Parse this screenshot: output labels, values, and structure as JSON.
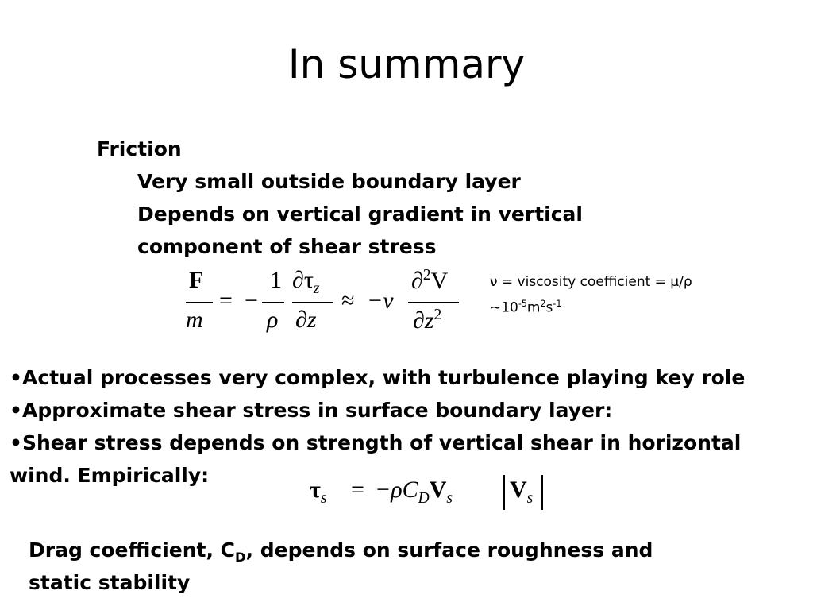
{
  "slide": {
    "title": "In summary",
    "friction": {
      "heading": "Friction",
      "line1": "Very small outside boundary layer",
      "line2": "Depends on vertical gradient in vertical",
      "line3": "component of shear stress"
    },
    "equation1": {
      "F": "F",
      "m": "m",
      "eq": "=",
      "minus": "−",
      "one": "1",
      "rho": "ρ",
      "dtau": "∂τ",
      "z_sub": "z",
      "dz": "∂z",
      "approx": "≈",
      "minus_nu": "−ν",
      "d2V": "∂",
      "two": "2",
      "V": "V",
      "dz2": "∂z",
      "two_b": "2"
    },
    "viscosity_note": {
      "line1": "ν = viscosity coefficient = μ/ρ",
      "tilde": "~10",
      "exp1": "-5",
      "m": "m",
      "exp2": "2",
      "s": "s",
      "exp3": "-1"
    },
    "bullets": [
      "•Actual processes very complex, with turbulence playing key role",
      "•Approximate shear stress in surface boundary layer:",
      "•Shear stress depends on strength of vertical shear in horizontal",
      "wind. Empirically:"
    ],
    "equation2": {
      "tau": "τ",
      "s1": "s",
      "eq": "=",
      "rhs": "−ρC",
      "D": "D",
      "V1": "V",
      "s2": "s",
      "V2": "V",
      "s3": "s"
    },
    "drag": {
      "pre": "Drag coefficient, C",
      "sub": "D",
      "post": ", depends on surface roughness and",
      "line2": "static stability"
    }
  }
}
